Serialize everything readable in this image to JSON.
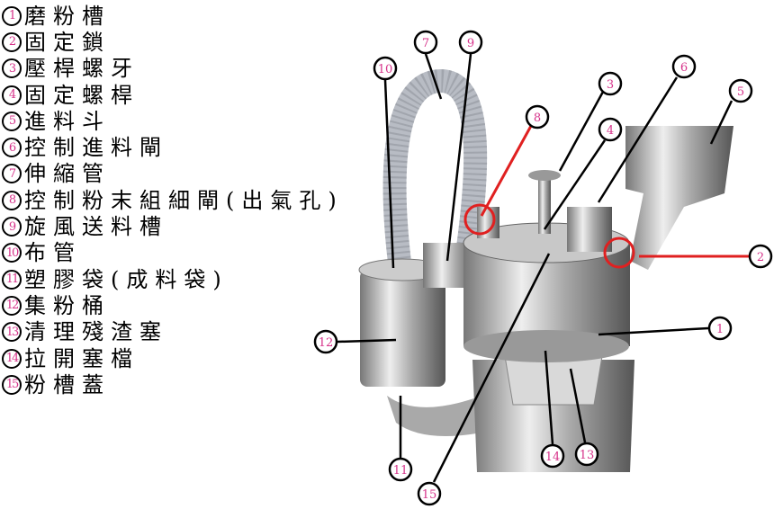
{
  "legend": [
    {
      "n": "1",
      "label": "磨粉槽"
    },
    {
      "n": "2",
      "label": "固定鎖"
    },
    {
      "n": "3",
      "label": "壓桿螺牙"
    },
    {
      "n": "4",
      "label": "固定螺桿"
    },
    {
      "n": "5",
      "label": "進料斗"
    },
    {
      "n": "6",
      "label": "控制進料閘"
    },
    {
      "n": "7",
      "label": "伸縮管"
    },
    {
      "n": "8",
      "label": "控制粉末組細閘(出氣孔)"
    },
    {
      "n": "9",
      "label": "旋風送料槽"
    },
    {
      "n": "10",
      "label": "布管"
    },
    {
      "n": "11",
      "label": "塑膠袋(成料袋)"
    },
    {
      "n": "12",
      "label": "集粉桶"
    },
    {
      "n": "13",
      "label": "清理殘渣塞"
    },
    {
      "n": "14",
      "label": "拉開塞檔"
    },
    {
      "n": "15",
      "label": "粉槽蓋"
    }
  ],
  "callouts": [
    "1",
    "2",
    "3",
    "4",
    "5",
    "6",
    "7",
    "8",
    "9",
    "10",
    "11",
    "12",
    "13",
    "14",
    "15"
  ],
  "colors": {
    "number": "#d6338a",
    "highlight": "#e02020"
  }
}
